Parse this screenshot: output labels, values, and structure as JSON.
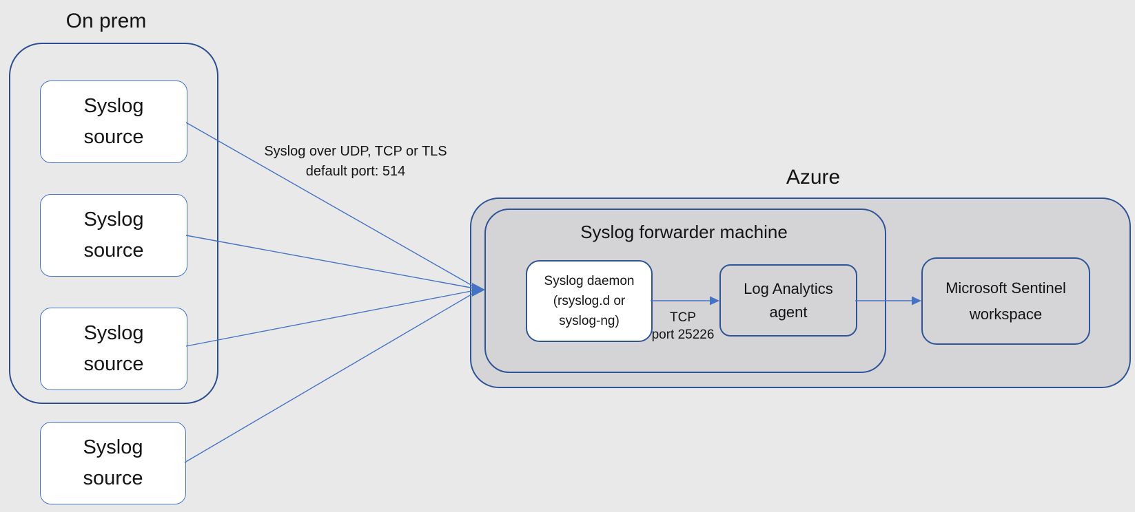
{
  "on_prem": {
    "label": "On prem",
    "sources": [
      {
        "label": "Syslog\nsource"
      },
      {
        "label": "Syslog\nsource"
      },
      {
        "label": "Syslog\nsource"
      },
      {
        "label": "Syslog\nsource"
      }
    ]
  },
  "connection": {
    "label": "Syslog over UDP, TCP or TLS\ndefault port: 514"
  },
  "azure": {
    "label": "Azure",
    "forwarder": {
      "label": "Syslog forwarder machine",
      "daemon_label": "Syslog daemon\n(rsyslog.d or\nsyslog-ng)",
      "tcp_label": "TCP\nport 25226",
      "agent_label": "Log Analytics\nagent"
    },
    "sentinel_label": "Microsoft Sentinel\nworkspace"
  },
  "colors": {
    "background": "#e9e9ea",
    "container_fill": "#d5d5d7",
    "box_fill": "#ffffff",
    "border_dark": "#2f5496",
    "border_light": "#4472c4",
    "connector": "#4472c4",
    "text": "#141414"
  }
}
